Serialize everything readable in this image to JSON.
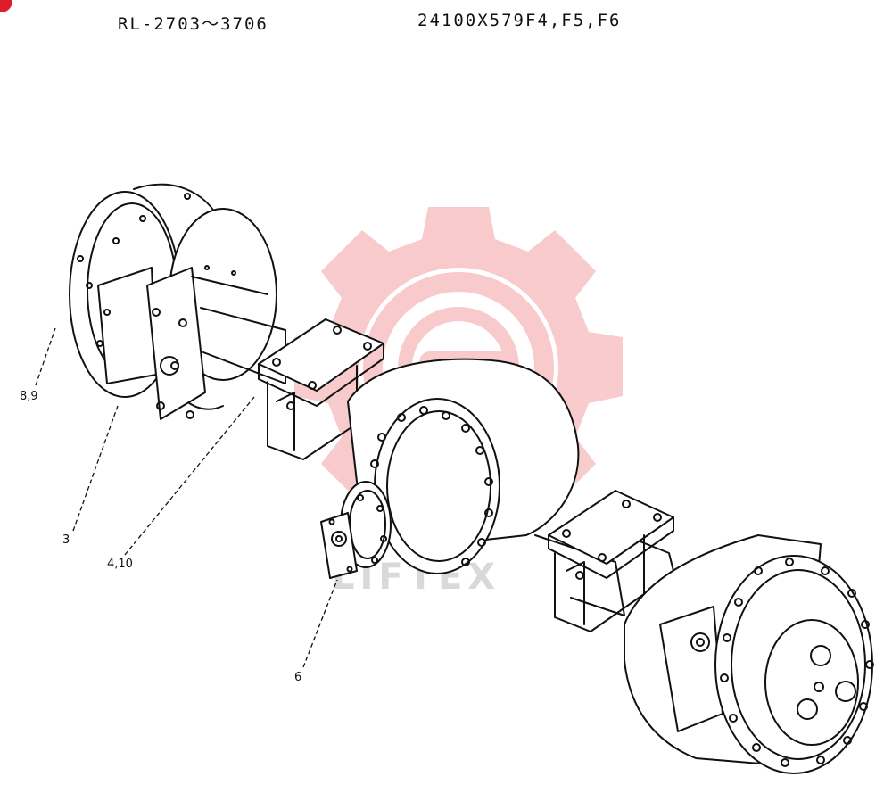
{
  "header": {
    "model_range": "RL-2703〜3706",
    "part_number": "24100X579F4,F5,F6"
  },
  "callouts": [
    {
      "id": "c89",
      "label": "8,9"
    },
    {
      "id": "c3",
      "label": "3"
    },
    {
      "id": "c410",
      "label": "4,10"
    },
    {
      "id": "c6",
      "label": "6"
    }
  ],
  "watermark": {
    "text": "LIFTEX",
    "color": "#f4a5a8"
  },
  "colors": {
    "line": "#111111",
    "badge": "#e01c2a"
  }
}
